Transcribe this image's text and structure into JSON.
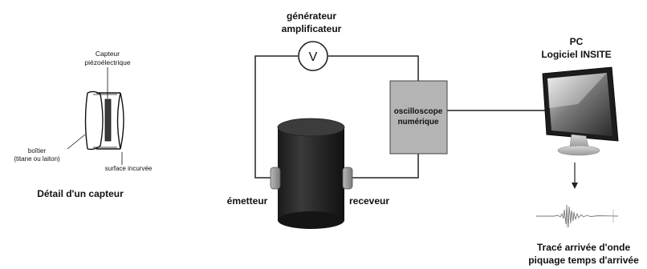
{
  "sensor_detail": {
    "label_sensor": "Capteur piézoélectrique",
    "label_sensor_line1": "Capteur",
    "label_sensor_line2": "piézoélectrique",
    "label_housing_line1": "boîtier",
    "label_housing_line2": "(titane ou laiton)",
    "label_surface": "surface incurvée",
    "caption": "Détail d'un capteur"
  },
  "circuit": {
    "generator_line1": "générateur",
    "generator_line2": "amplificateur",
    "voltmeter_symbol": "V",
    "emitter": "émetteur",
    "receiver": "receveur",
    "oscilloscope_line1": "oscilloscope",
    "oscilloscope_line2": "numérique"
  },
  "pc": {
    "line1": "PC",
    "line2": "Logiciel INSITE"
  },
  "trace": {
    "line1": "Tracé arrivée d'onde",
    "line2": "piquage temps d'arrivée"
  },
  "colors": {
    "cylinder": "#2b2b2b",
    "oscilloscope_fill": "#b4b4b4",
    "transducer": "#9a9a9a",
    "wire": "#222222"
  }
}
